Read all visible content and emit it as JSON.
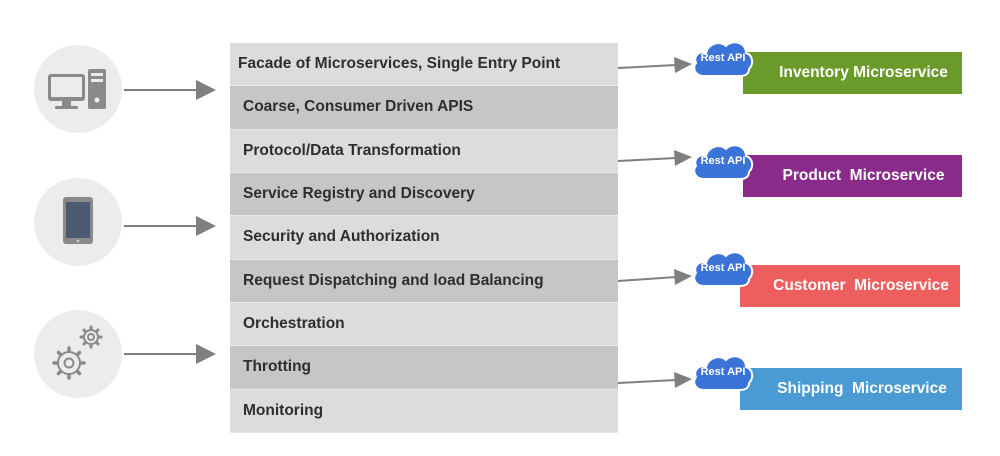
{
  "clients": [
    {
      "name": "desktop-computer-icon"
    },
    {
      "name": "tablet-icon"
    },
    {
      "name": "gears-icon"
    }
  ],
  "gateway": {
    "layers": [
      "Facade of Microservices, Single Entry Point",
      "Coarse, Consumer Driven APIS",
      "Protocol/Data Transformation",
      "Service Registry and Discovery",
      "Security and Authorization",
      "Request Dispatching and load Balancing",
      "Orchestration",
      "Throtting",
      "Monitoring"
    ]
  },
  "services": [
    {
      "cloud_label": "Rest API",
      "label": "Inventory Microservice",
      "color": "#6a9a2a"
    },
    {
      "cloud_label": "Rest API",
      "label": "Product  Microservice",
      "color": "#8a2a8a"
    },
    {
      "cloud_label": "Rest API",
      "label": "Customer  Microservice",
      "color": "#ee5e5e"
    },
    {
      "cloud_label": "Rest API",
      "label": "Shipping  Microservice",
      "color": "#4a9ad4"
    }
  ],
  "colors": {
    "client_circle": "#ececec",
    "icon_gray": "#8a8a8a",
    "arrow_gray": "#7f7f7f",
    "cloud_blue": "#3b73d9",
    "layer_light": "#dcdcdc",
    "layer_dark": "#c6c6c6"
  }
}
